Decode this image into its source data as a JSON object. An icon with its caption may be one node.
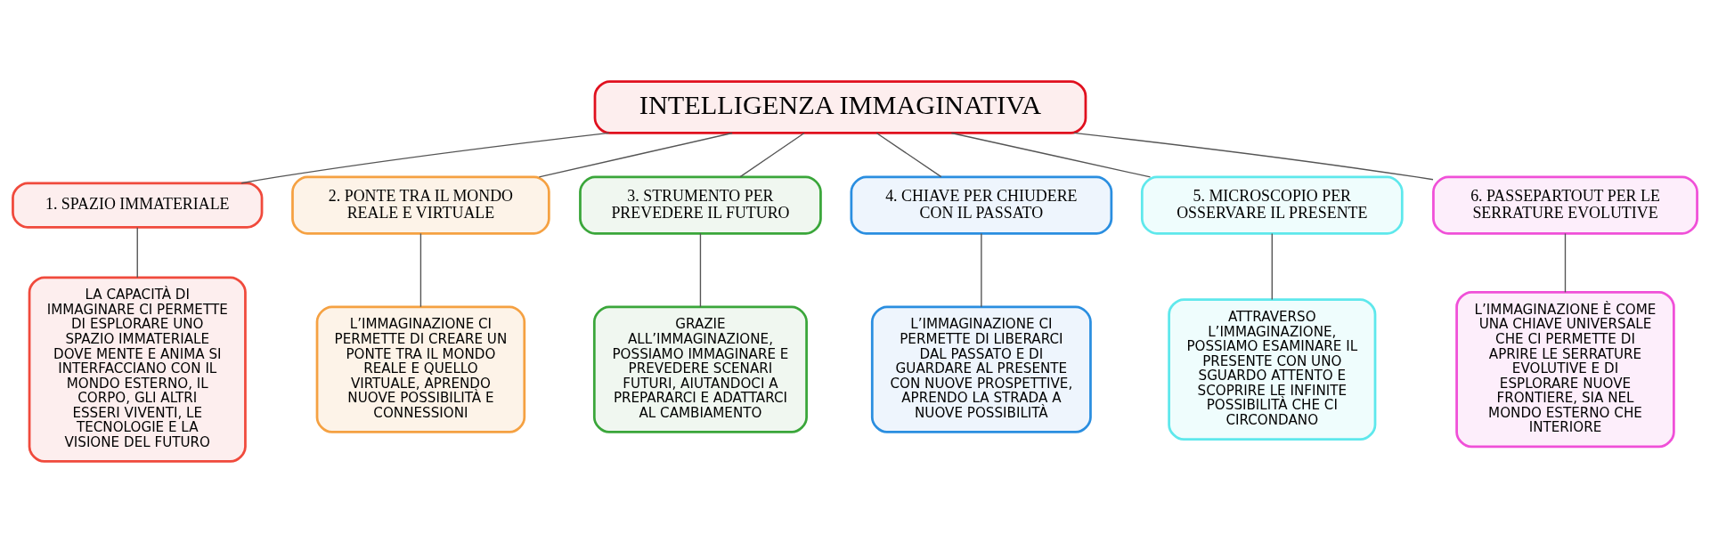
{
  "diagram": {
    "nodes": [
      {
        "text": [
          "INTELLIGENZA IMMAGINATIVA"
        ]
      },
      {
        "text": [
          "1. SPAZIO IMMATERIALE"
        ]
      },
      {
        "text": [
          "2. PONTE TRA IL MONDO REALE E VIRTUALE"
        ]
      },
      {
        "text": [
          "3. STRUMENTO PER PREVEDERE IL FUTURO"
        ]
      },
      {
        "text": [
          "4. CHIAVE PER CHIUDERE CON IL PASSATO"
        ]
      },
      {
        "text": [
          "5. MICROSCOPIO PER OSSERVARE IL PRESENTE"
        ]
      },
      {
        "text": [
          "6. PASSEPARTOUT PER LE SERRATURE EVOLUTIVE"
        ]
      },
      {
        "text": [
          "LA CAPACITÀ DI IMMAGINARE CI PERMETTE DI ESPLORARE UNO SPAZIO IMMATERIALE DOVE MENTE E ANIMA SI INTERFACCIANO CON IL MONDO ESTERNO, IL CORPO, GLI ALTRI ESSERI VIVENTI, LE TECNOLOGIE E LA VISIONE DEL FUTURO"
        ]
      },
      {
        "text": [
          "L’IMMAGINAZIONE CI PERMETTE DI CREARE UN PONTE TRA IL MONDO REALE E QUELLO VIRTUALE, APRENDO NUOVE POSSIBILITÀ E CONNESSIONI"
        ]
      },
      {
        "text": [
          "GRAZIE ALL’IMMAGINAZIONE, POSSIAMO IMMAGINARE E PREVEDERE SCENARI FUTURI, AIUTANDOCI A PREPARARCI E ADATTARCI AL CAMBIAMENTO"
        ]
      },
      {
        "text": [
          "L’IMMAGINAZIONE CI PERMETTE DI LIBERARCI DAL PASSATO E DI GUARDARE AL PRESENTE CON NUOVE PROSPETTIVE, APRENDO LA STRADA A NUOVE POSSIBILITÀ"
        ]
      },
      {
        "text": [
          "ATTRAVERSO L’IMMAGINAZIONE, POSSIAMO ESAMINARE IL PRESENTE CON UNO SGUARDO ATTENTO E SCOPRIRE LE INFINITE POSSIBILITÀ CHE CI CIRCONDANO"
        ]
      },
      {
        "text": [
          "L’IMMAGINAZIONE È COME UNA CHIAVE UNIVERSALE CHE CI PERMETTE DI APRIRE LE SERRATURE EVOLUTIVE E DI ESPLORARE NUOVE FRONTIERE, SIA NEL MONDO ESTERNO CHE INTERIORE"
        ]
      }
    ],
    "edges": [
      {
        "from": 0,
        "to": 1,
        "arrow": "none"
      },
      {
        "from": 0,
        "to": 2,
        "arrow": "none"
      },
      {
        "from": 0,
        "to": 3,
        "arrow": "none"
      },
      {
        "from": 0,
        "to": 4,
        "arrow": "none"
      },
      {
        "from": 0,
        "to": 5,
        "arrow": "none"
      },
      {
        "from": 0,
        "to": 6,
        "arrow": "none"
      },
      {
        "from": 1,
        "to": 7,
        "arrow": "none"
      },
      {
        "from": 2,
        "to": 8,
        "arrow": "none"
      },
      {
        "from": 3,
        "to": 9,
        "arrow": "none"
      },
      {
        "from": 4,
        "to": 10,
        "arrow": "none"
      },
      {
        "from": 5,
        "to": 11,
        "arrow": "none"
      },
      {
        "from": 6,
        "to": 12,
        "arrow": "none"
      }
    ]
  }
}
